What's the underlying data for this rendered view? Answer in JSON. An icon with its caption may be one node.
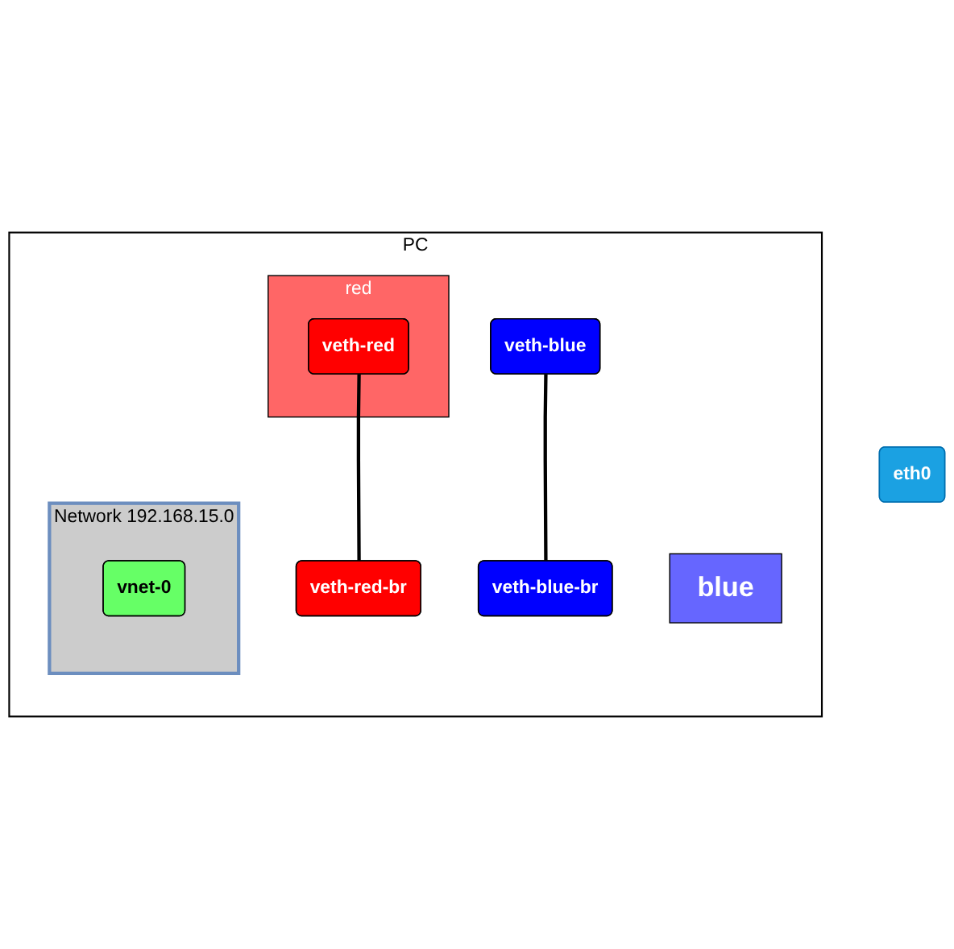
{
  "diagram": {
    "nodes": [
      {
        "text": [
          "PC"
        ]
      },
      {
        "text": [
          "red"
        ],
        "in": 0
      },
      {
        "text": [
          "veth-red"
        ],
        "in": 1
      },
      {
        "text": [
          "blue"
        ],
        "in": 0
      },
      {
        "text": [
          "Network 192.168.15.0"
        ],
        "in": 0
      },
      {
        "text": [
          "vnet-0"
        ],
        "in": 4
      },
      {
        "text": [
          "veth-red-br"
        ],
        "in": 0
      },
      {
        "text": [
          "veth-blue"
        ],
        "in": 0
      },
      {
        "text": [
          "veth-blue-br"
        ],
        "in": 0
      },
      {
        "text": [
          "eth0"
        ]
      }
    ],
    "edges": [
      {
        "from": 2,
        "to": 6,
        "arrow": "none"
      },
      {
        "from": 7,
        "to": 8,
        "arrow": "none"
      }
    ]
  }
}
